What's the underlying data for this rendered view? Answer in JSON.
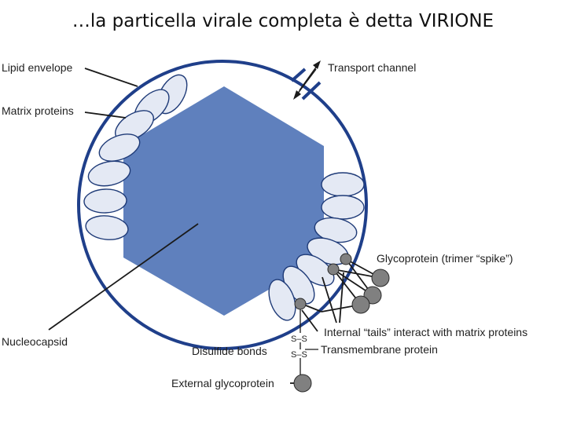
{
  "title": "…la particella virale completa è detta VIRIONE",
  "labels": {
    "lipid_envelope": "Lipid envelope",
    "matrix_proteins": "Matrix proteins",
    "transport_channel": "Transport channel",
    "glycoprotein_spike": "Glycoprotein (trimer “spike”)",
    "internal_tails": "Internal “tails” interact with matrix proteins",
    "transmembrane_protein": "Transmembrane protein",
    "disulfide_bonds": "Disulfide bonds",
    "ss_top": "S–S",
    "ss_bottom": "S–S",
    "nucleocapsid": "Nucleocapsid",
    "external_glycoprotein": "External glycoprotein"
  },
  "colors": {
    "envelope": "#1f3f8a",
    "nucleocapsid": "#5f80bd",
    "matrix_fill": "#e4e9f4",
    "matrix_stroke": "#1f3b78",
    "glycoprotein_fill": "#808080",
    "line": "#1a1a1a"
  }
}
